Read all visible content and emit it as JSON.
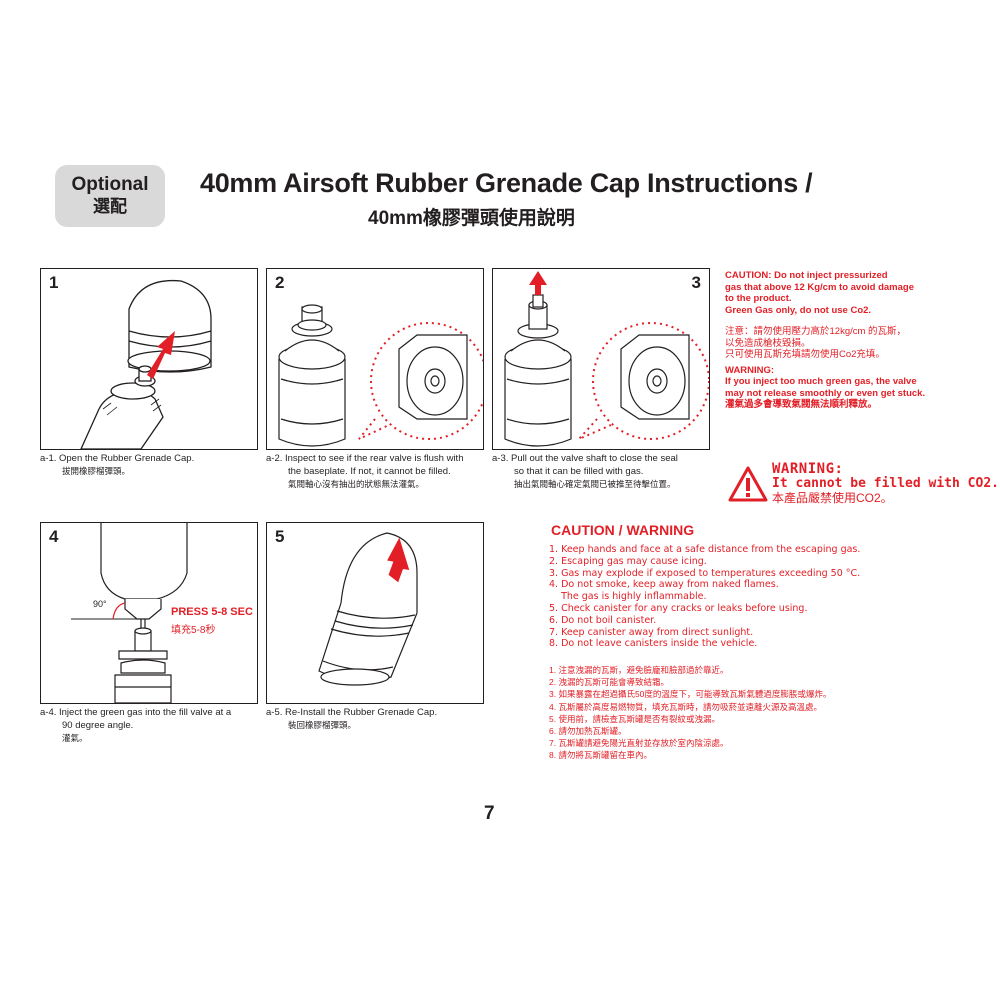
{
  "header": {
    "optional_en": "Optional",
    "optional_zh": "選配",
    "title": "40mm Airsoft Rubber Grenade Cap Instructions /",
    "subtitle": "40mm橡膠彈頭使用說明"
  },
  "steps": [
    {
      "num": "1",
      "caption_en": "a-1. Open the Rubber Grenade Cap.",
      "caption_en2": "",
      "caption_zh": "拔開橡膠榴彈頭。"
    },
    {
      "num": "2",
      "caption_en": "a-2. Inspect to see if the rear valve is flush with",
      "caption_en2": "the baseplate.  If not, it cannot be filled.",
      "caption_zh": "氣閥軸心沒有抽出的狀態無法灌氣。"
    },
    {
      "num": "3",
      "caption_en": "a-3. Pull out the valve shaft to close the seal",
      "caption_en2": "so that  it can be filled with gas.",
      "caption_zh": "抽出氣閥軸心確定氣閥已被推至待擊位置。"
    },
    {
      "num": "4",
      "caption_en": "a-4. Inject the green gas into the fill valve at a",
      "caption_en2": "90 degree angle.",
      "caption_zh": "灌氣。",
      "angle_label": "90°",
      "press_en": "PRESS  5-8 SEC",
      "press_zh": "填充5-8秒"
    },
    {
      "num": "5",
      "caption_en": "a-5. Re-Install the Rubber Grenade Cap.",
      "caption_en2": "",
      "caption_zh": "裝回橡膠榴彈頭。"
    }
  ],
  "caution_top": {
    "en": [
      "CAUTION: Do not inject pressurized",
      "gas that above 12 Kg/cm to avoid damage",
      " to the product.",
      "Green Gas only, do not use Co2."
    ],
    "zh": [
      "注意：請勿使用壓力高於12kg/cm 的瓦斯，",
      "以免造成槍枝毀損。",
      "只可使用瓦斯充填請勿使用Co2充填。"
    ],
    "warning_en": [
      "WARNING:",
      " If you inject too much green gas, the valve",
      " may not release smoothly or even get stuck."
    ],
    "warning_zh": "灌氣過多會導致氣閥無法順利釋放。"
  },
  "warning_box": {
    "title": "WARNING:",
    "line1": "It cannot be filled with CO2.",
    "line2": "本產品嚴禁使用CO2。"
  },
  "caution_warning": {
    "title": "CAUTION / WARNING",
    "items_en": [
      "1. Keep hands and face at a safe distance from the escaping gas.",
      "2. Escaping gas may cause icing.",
      "3. Gas may explode if exposed to temperatures exceeding 50 °C.",
      "4. Do not smoke, keep away from naked flames.",
      "    The gas is highly inflammable.",
      "5. Check canister for any cracks or leaks before using.",
      "6. Do not boil canister.",
      "7. Keep canister away from direct sunlight.",
      "8. Do not leave canisters inside the vehicle."
    ],
    "items_zh": [
      "1. 注意洩漏的瓦斯，避免臉龐和臉部過於靠近。",
      "2. 洩漏的瓦斯可能會導致結霜。",
      "3. 如果暴露在超過攝氏50度的溫度下，可能導致瓦斯氣體過度膨脹或爆炸。",
      "4. 瓦斯屬於高度易燃物質，填充瓦斯時，請勿吸菸並遠離火源及高溫處。",
      "5. 使用前，請檢查瓦斯罐是否有裂紋或洩漏。",
      "6. 請勿加熱瓦斯罐。",
      "7. 瓦斯罐請避免陽光直射並存放於室內陰涼處。",
      "8. 請勿將瓦斯罐留在車內。"
    ]
  },
  "page_number": "7",
  "colors": {
    "red": "#e21f26",
    "ink": "#231f20",
    "badge": "#d9d9d9"
  }
}
